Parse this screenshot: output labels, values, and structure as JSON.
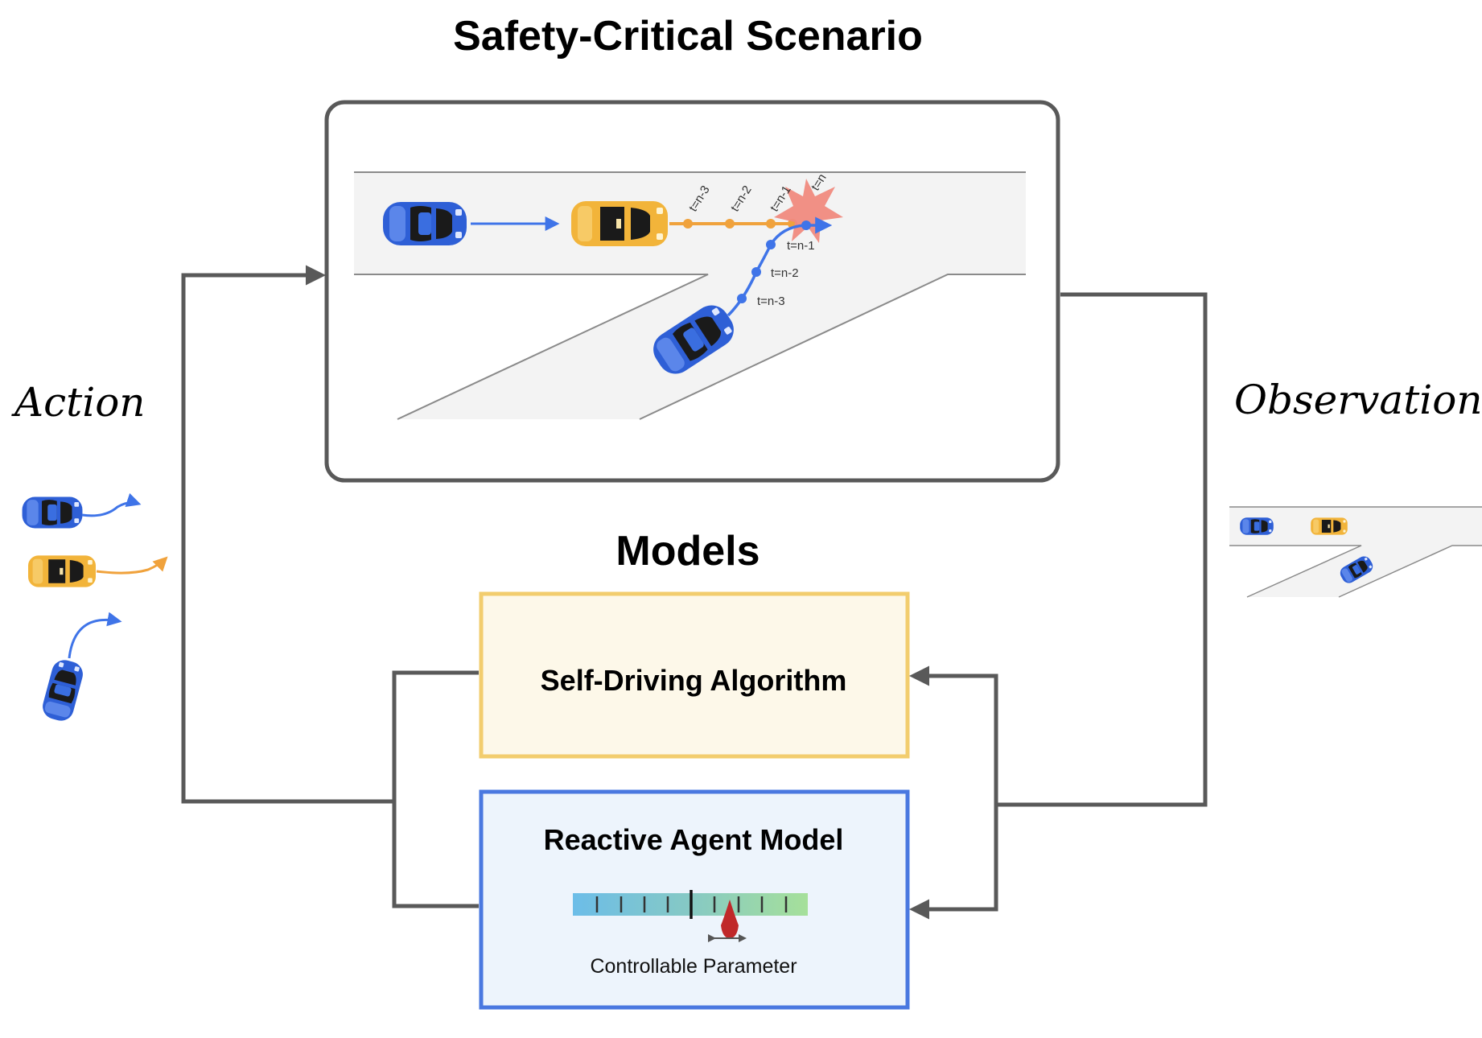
{
  "scenario": {
    "title": "Safety-Critical Scenario",
    "orange_markers": [
      "t=n-3",
      "t=n-2",
      "t=n-1",
      "t=n"
    ],
    "blue_markers": [
      "t=n-1",
      "t=n-2",
      "t=n-3"
    ]
  },
  "labels": {
    "action": "Action",
    "observation": "Observation"
  },
  "models": {
    "title": "Models",
    "self_driving": "Self-Driving Algorithm",
    "reactive_agent": "Reactive Agent Model",
    "controllable_parameter": "Controllable Parameter"
  },
  "colors": {
    "blue_car": "#2e5fd6",
    "yellow_car": "#f2b43a",
    "orange_traj": "#f0a23c",
    "blue_traj": "#3f74e8",
    "collision": "#f08a7e",
    "arrow_gray": "#595959",
    "self_driving_border": "#f2cd6e",
    "self_driving_fill": "#fdf8e9",
    "reactive_border": "#4a78e0",
    "reactive_fill": "#edf4fc",
    "slider_pin": "#c0282a"
  }
}
